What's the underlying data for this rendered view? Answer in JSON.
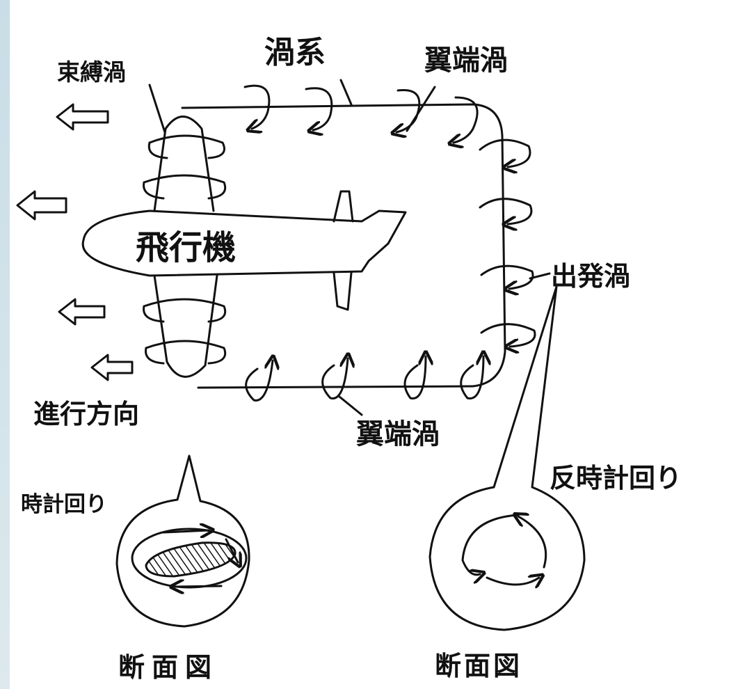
{
  "diagram": {
    "labels": {
      "vortex_system": "渦系",
      "bound_vortex": "束縛渦",
      "wingtip_vortex_top": "翼端渦",
      "wingtip_vortex_bottom": "翼端渦",
      "airplane": "飛行機",
      "starting_vortex": "出発渦",
      "direction_of_travel": "進行方向",
      "clockwise": "時計回り",
      "counterclockwise": "反時計回り",
      "cross_section_left": "断面図",
      "cross_section_right": "断面図"
    },
    "colors": {
      "ink": "#111111",
      "paper": "#ffffff",
      "edge_bar": "#cfe0e8"
    }
  }
}
